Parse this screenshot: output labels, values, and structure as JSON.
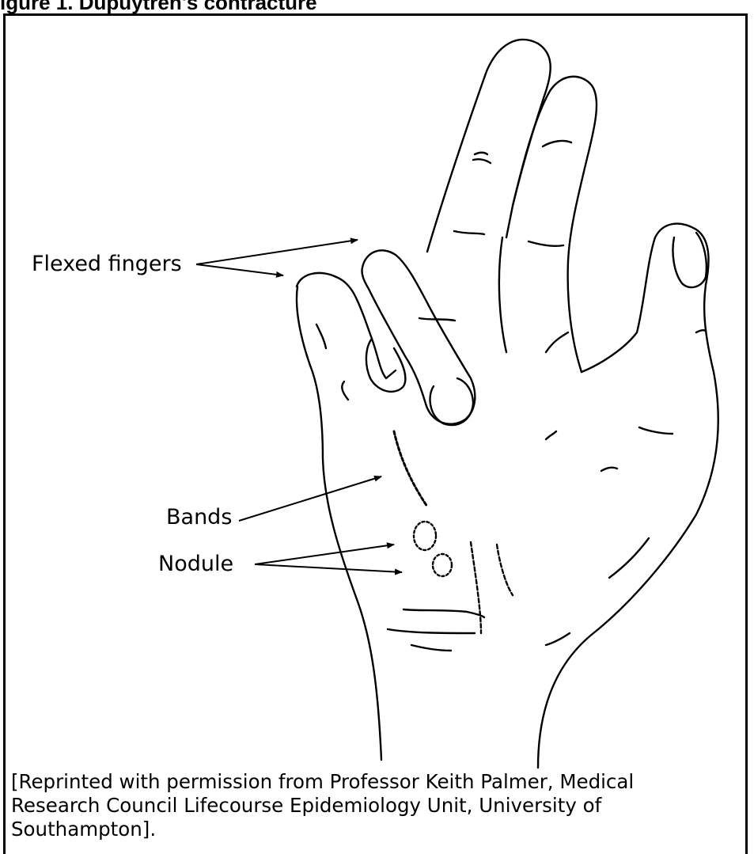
{
  "figure": {
    "title_fragment": "igure 1. Dupuytren's contracture",
    "labels": {
      "flexed_fingers": "Flexed fingers",
      "bands": "Bands",
      "nodule": "Nodule"
    },
    "caption_lines": [
      "[Reprinted with permission from Professor Keith Palmer, Medical",
      "Research Council Lifecourse Epidemiology Unit, University of",
      "Southampton]."
    ]
  },
  "colors": {
    "ink": "#000000",
    "background": "#ffffff"
  }
}
